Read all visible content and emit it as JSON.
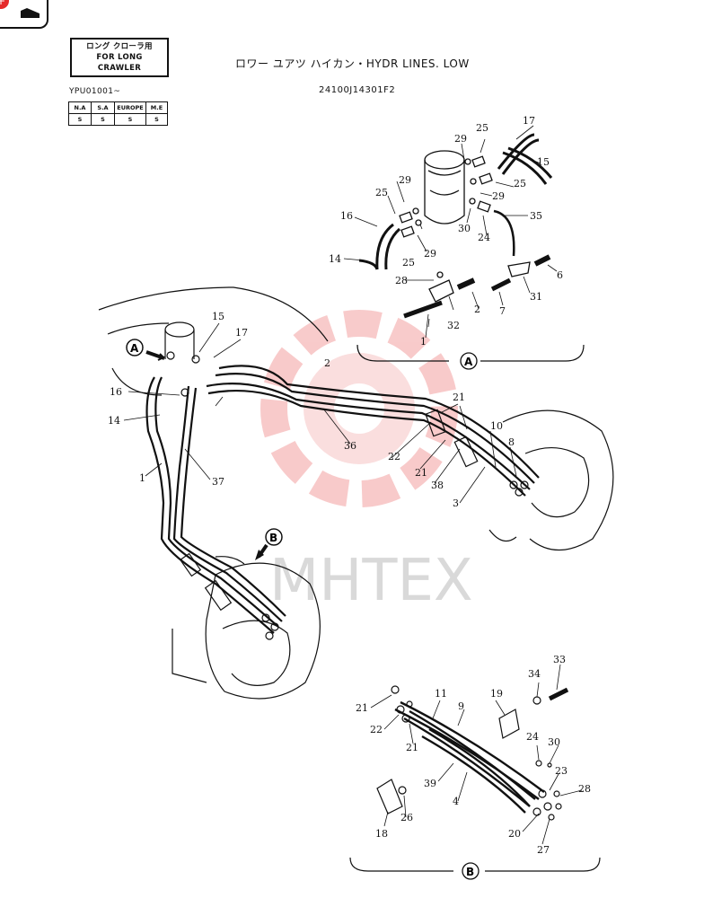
{
  "header": {
    "crawler_line1": "ロング クローラ用",
    "crawler_line2": "FOR LONG CRAWLER",
    "title": "ロワー ユアツ ハイカン・HYDR LINES. LOW",
    "part_number": "24100J14301F2",
    "serial_range": "YPU01001~"
  },
  "spec_table": {
    "headers": [
      "N.A",
      "S.A",
      "EUROPE",
      "M.E"
    ],
    "values": [
      "S",
      "S",
      "S",
      "S"
    ]
  },
  "watermark": {
    "text": "МНТЕХ",
    "color": "#f2a5a5"
  },
  "section_labels": {
    "a": "A",
    "b": "B",
    "misc": "2"
  },
  "callouts": {
    "c1": "1",
    "c2": "2",
    "c3": "3",
    "c4": "4",
    "c6": "6",
    "c7": "7",
    "c8": "8",
    "c9": "9",
    "c10": "10",
    "c11": "11",
    "c14": "14",
    "c15": "15",
    "c16": "16",
    "c17": "17",
    "c18": "18",
    "c19": "19",
    "c20": "20",
    "c21": "21",
    "c22": "22",
    "c23": "23",
    "c24": "24",
    "c25": "25",
    "c26": "26",
    "c27": "27",
    "c28": "28",
    "c29": "29",
    "c30": "30",
    "c31": "31",
    "c32": "32",
    "c33": "33",
    "c34": "34",
    "c35": "35",
    "c36": "36",
    "c37": "37",
    "c38": "38",
    "c39": "39"
  }
}
